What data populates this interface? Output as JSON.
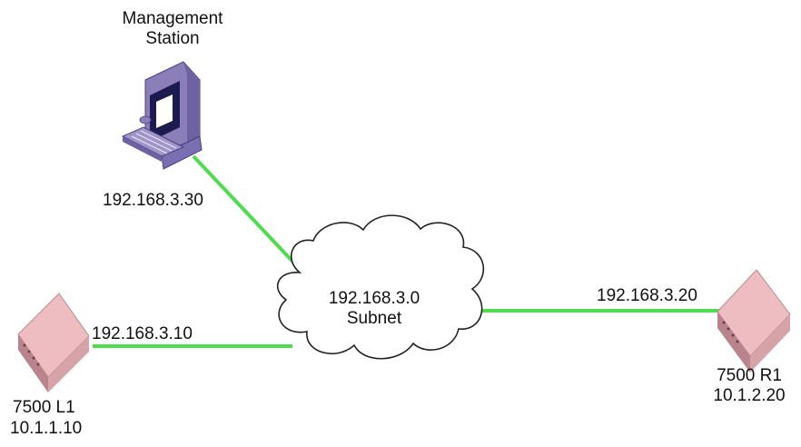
{
  "diagram": {
    "management_station": {
      "name_line1": "Management",
      "name_line2": "Station",
      "ip": "192.168.3.30"
    },
    "subnet": {
      "line1": "192.168.3.0",
      "line2": "Subnet"
    },
    "switch_left": {
      "link_ip": "192.168.3.10",
      "name": "7500 L1",
      "ip": "10.1.1.10"
    },
    "switch_right": {
      "link_ip": "192.168.3.20",
      "name": "7500 R1",
      "ip": "10.1.2.20"
    },
    "colors": {
      "link": "#4fdc4f",
      "computer": "#8a7fb8",
      "switch": "#e9b3b8",
      "cloud_fill": "#ffffff",
      "cloud_stroke": "#222222"
    },
    "icons": [
      "computer-icon",
      "cloud-icon",
      "switch-icon"
    ]
  }
}
